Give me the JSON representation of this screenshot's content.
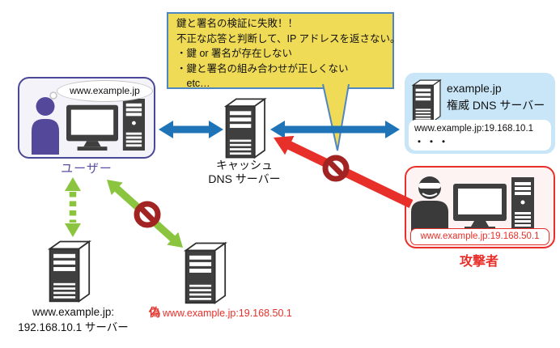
{
  "colors": {
    "blue_arrow": "#1F74B8",
    "green_arrow": "#8BC53F",
    "red_arrow": "#E8302A",
    "prohibition": "#A12322",
    "bubble_fill": "#F0DB56",
    "bubble_border": "#4E86C0",
    "user_purple": "#5B4EA0",
    "user_border": "#4B4898",
    "auth_fill": "#C8E6F8",
    "dark_icon": "#3F3F3F"
  },
  "callout": {
    "lines": [
      "鍵と署名の検証に失敗！！",
      "不正な応答と判断して、IP アドレスを返さない。",
      "・鍵 or 署名が存在しない",
      "・鍵と署名の組み合わせが正しくない",
      "　etc…"
    ]
  },
  "user": {
    "thought": "www.example.jp",
    "label": "ユーザー"
  },
  "cache_server": {
    "label_line1": "キャッシュ",
    "label_line2": "DNS サーバー"
  },
  "auth_server": {
    "name": "example.jp",
    "role": "権威 DNS サーバー",
    "record": "www.example.jp:19.168.10.1",
    "more": "・・・"
  },
  "attacker": {
    "record": "www.example.jp:19.168.50.1",
    "label": "攻撃者"
  },
  "real_server": {
    "label_line1": "www.example.jp:",
    "label_line2": "192.168.10.1 サーバー"
  },
  "fake_server": {
    "prefix": "偽",
    "record": "www.example.jp:19.168.50.1"
  }
}
